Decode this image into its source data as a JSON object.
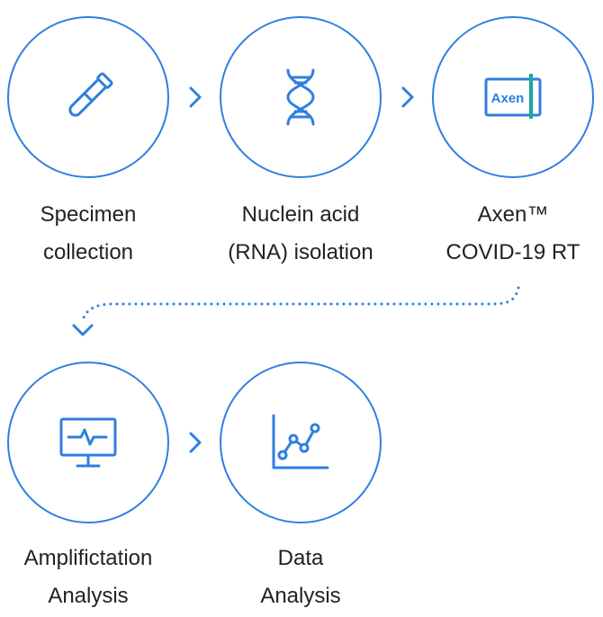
{
  "colors": {
    "accent": "#2f7fe0",
    "text": "#222222",
    "teal": "#1aa6a0"
  },
  "steps": [
    {
      "icon": "test-tube-icon",
      "line1": "Specimen",
      "line2": "collection"
    },
    {
      "icon": "dna-icon",
      "line1": "Nuclein acid",
      "line2": "(RNA) isolation"
    },
    {
      "icon": "axen-kit-icon",
      "line1": "Axen™",
      "line2": "COVID-19 RT",
      "badge": "Axen"
    },
    {
      "icon": "monitor-pulse-icon",
      "line1": "Amplifictation",
      "line2": "Analysis"
    },
    {
      "icon": "line-chart-icon",
      "line1": "Data",
      "line2": "Analysis"
    }
  ]
}
